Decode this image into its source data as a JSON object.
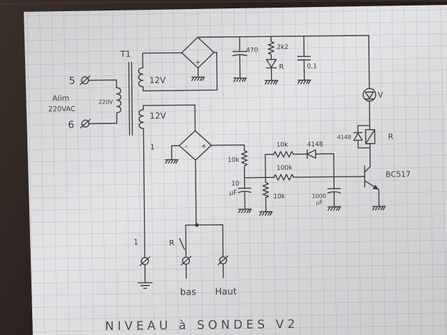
{
  "colors": {
    "background": "#2b2320",
    "paper": "#e3e3e5",
    "grid": "#aeb3c1",
    "ink": "#3d3d3f"
  },
  "title": "NIVEAU à SONDES V2",
  "transformer": {
    "name": "T1",
    "terminal_primary_a": "5",
    "terminal_primary_b": "6",
    "supply_label": "Alim",
    "supply_voltage": "220VAC",
    "primary_voltage": "220V",
    "secondary_top_voltage": "12V",
    "secondary_bottom_voltage": "12V"
  },
  "supply_stage": {
    "bridge_plus": "+",
    "filter_capacitor": "470",
    "led_resistor": "2k2",
    "power_led_color": "R",
    "decoupling_capacitor": "0,1"
  },
  "output_stage": {
    "status_led_color": "V",
    "relay_label": "R",
    "relay_diode": "4148",
    "transistor": "BC517"
  },
  "probe_stage": {
    "bridge_minus": "-",
    "bridge_plus": "+",
    "series_resistor": "10k",
    "capacitor_value": "10",
    "capacitor_unit": "µF",
    "branch_resistor": "10k",
    "branch_diode": "4148",
    "base_resistor": "100k",
    "pulldown_resistor": "10k",
    "base_capacitor_value": "1000",
    "base_capacitor_unit": "µF"
  },
  "wire_labels": [
    "1",
    "1"
  ],
  "probes": {
    "switch_label": "R",
    "low_probe": "bas",
    "high_probe": "Haut"
  }
}
